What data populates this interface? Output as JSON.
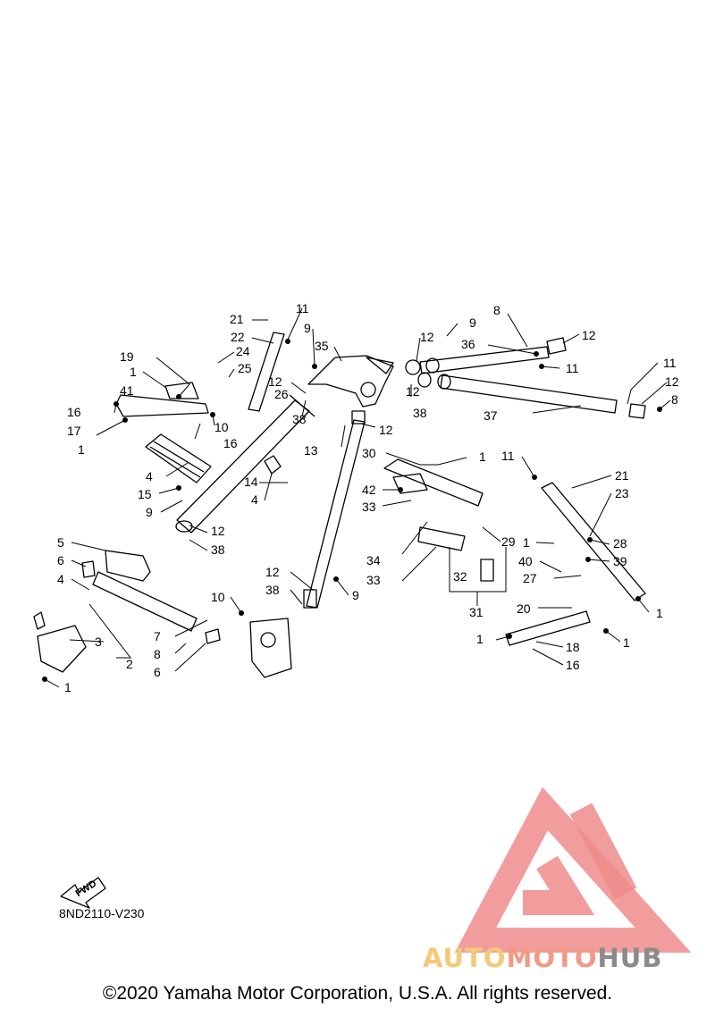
{
  "diagram": {
    "callouts": [
      "1",
      "2",
      "3",
      "4",
      "5",
      "6",
      "7",
      "8",
      "9",
      "10",
      "11",
      "12",
      "13",
      "14",
      "15",
      "16",
      "17",
      "18",
      "19",
      "20",
      "21",
      "22",
      "23",
      "24",
      "25",
      "26",
      "27",
      "28",
      "29",
      "30",
      "31",
      "32",
      "33",
      "34",
      "35",
      "36",
      "37",
      "38",
      "39",
      "40",
      "41",
      "42"
    ],
    "fwd_label": "FWD",
    "drawing_code": "8ND2110-V230"
  },
  "watermark": {
    "word_part_1": "AUTO",
    "word_part_2": "MOTO",
    "word_part_3": "HUB",
    "colors": {
      "part_1": "#f5c87a",
      "part_2": "#f29a86",
      "part_3": "#8a8a8a",
      "logo": "#f08c8c"
    }
  },
  "footer": {
    "copyright": "©2020 Yamaha Motor Corporation, U.S.A. All rights reserved."
  }
}
